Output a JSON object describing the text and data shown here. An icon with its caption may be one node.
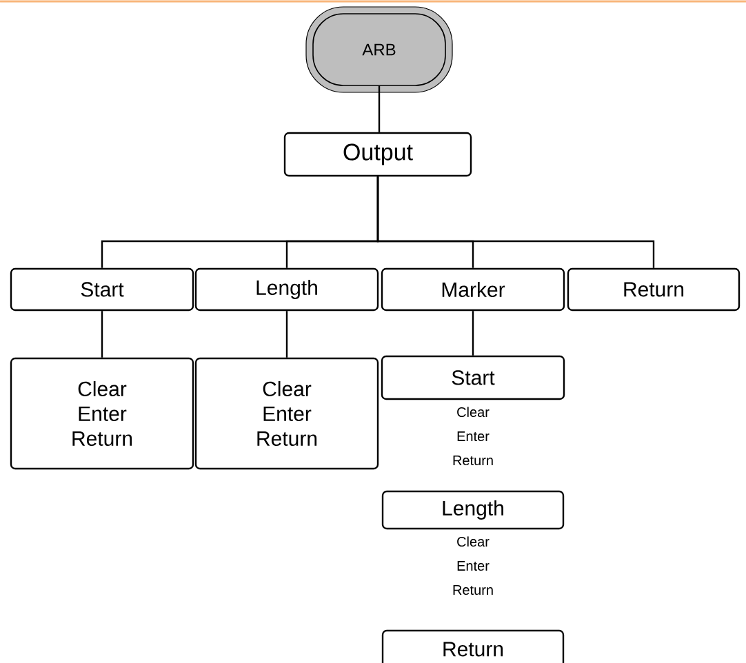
{
  "diagram": {
    "nodes": [
      {
        "text": [
          "ARB"
        ]
      },
      {
        "text": [
          "Output"
        ]
      },
      {
        "text": [
          "Start"
        ]
      },
      {
        "text": [
          "Length"
        ]
      },
      {
        "text": [
          "Marker"
        ]
      },
      {
        "text": [
          "Return"
        ]
      },
      {
        "text": [
          "Clear",
          "Enter",
          "Return"
        ]
      },
      {
        "text": [
          "Clear",
          "Enter",
          "Return"
        ]
      },
      {
        "text": [
          "Start"
        ],
        "beside": [
          "Clear",
          "Enter",
          "Return"
        ]
      },
      {
        "text": [
          "Length"
        ],
        "beside": [
          "Clear",
          "Enter",
          "Return"
        ]
      },
      {
        "text": [
          "Return"
        ]
      }
    ],
    "edges": [
      {
        "from": 0,
        "to": 1,
        "arrow": "none"
      },
      {
        "from": 1,
        "to": 2,
        "arrow": "none"
      },
      {
        "from": 1,
        "to": 3,
        "arrow": "none"
      },
      {
        "from": 1,
        "to": 4,
        "arrow": "none"
      },
      {
        "from": 1,
        "to": 5,
        "arrow": "none"
      },
      {
        "from": 2,
        "to": 6,
        "arrow": "none"
      },
      {
        "from": 3,
        "to": 7,
        "arrow": "none"
      },
      {
        "from": 4,
        "to": 8,
        "arrow": "none"
      }
    ]
  }
}
